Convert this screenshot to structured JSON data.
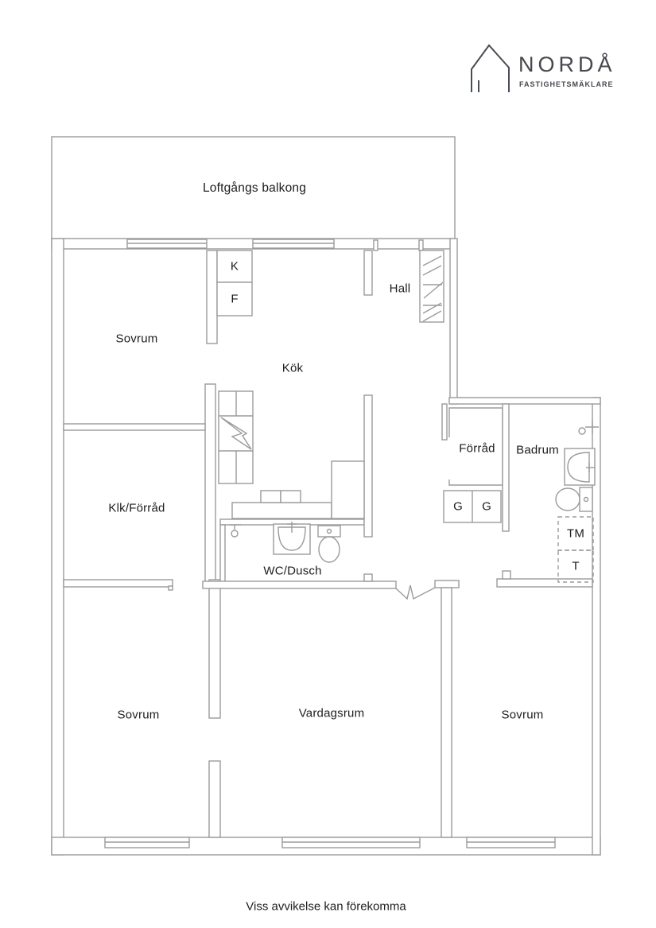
{
  "logo": {
    "brand": "NORDÅ",
    "tagline": "FASTIGHETSMÄKLARE",
    "icon": "house-outline-icon",
    "color": "#45484d"
  },
  "floorplan": {
    "rooms": {
      "balcony": "Loftgångs balkong",
      "bedroom_top_left": "Sovrum",
      "kitchen": "Kök",
      "hall": "Hall",
      "closet_storage": "Klk/Förråd",
      "storage": "Förråd",
      "bathroom": "Badrum",
      "wc_shower": "WC/Dusch",
      "bedroom_bottom_left": "Sovrum",
      "living_room": "Vardagsrum",
      "bedroom_bottom_right": "Sovrum"
    },
    "appliances": {
      "fridge": "K",
      "freezer": "F",
      "wardrobe_left": "G",
      "wardrobe_right": "G",
      "washing_machine": "TM",
      "dryer": "T"
    },
    "wall_color": "#9b9b9b",
    "text_color": "#1d1d1d"
  },
  "footer": {
    "disclaimer": "Viss avvikelse kan förekomma"
  }
}
